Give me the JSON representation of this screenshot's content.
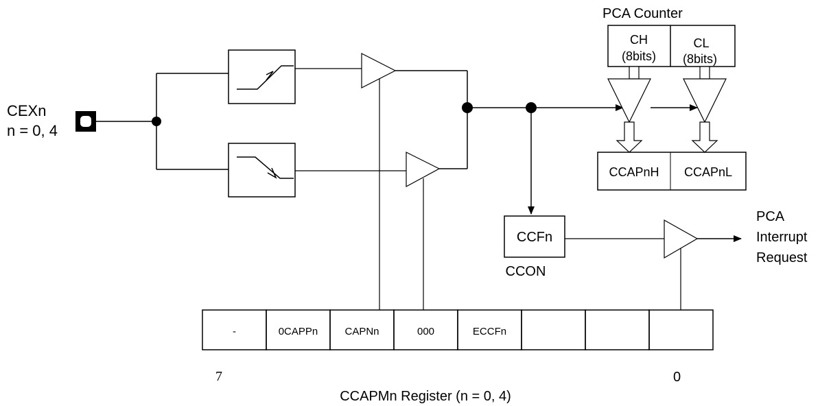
{
  "labels": {
    "cex_pin": "CEXn",
    "cex_n": "n = 0, 4",
    "counter_title": "PCA Counter",
    "ch": "CH",
    "ch_bits": "(8bits)",
    "cl": "CL",
    "cl_bits": "(8bits)",
    "ccapnh": "CCAPnH",
    "ccapnl": "CCAPnL",
    "ccfn": "CCFn",
    "ccon": "CCON",
    "pca_line1": "PCA",
    "pca_line2": "Interrupt",
    "pca_line3": "Request",
    "bit_high": "7",
    "bit_low": "0",
    "register_caption": "CCAPMn Register (n = 0, 4)"
  },
  "register_cells": [
    "-",
    "0CAPPn",
    "CAPNn",
    "000",
    "ECCFn",
    "",
    "",
    ""
  ]
}
